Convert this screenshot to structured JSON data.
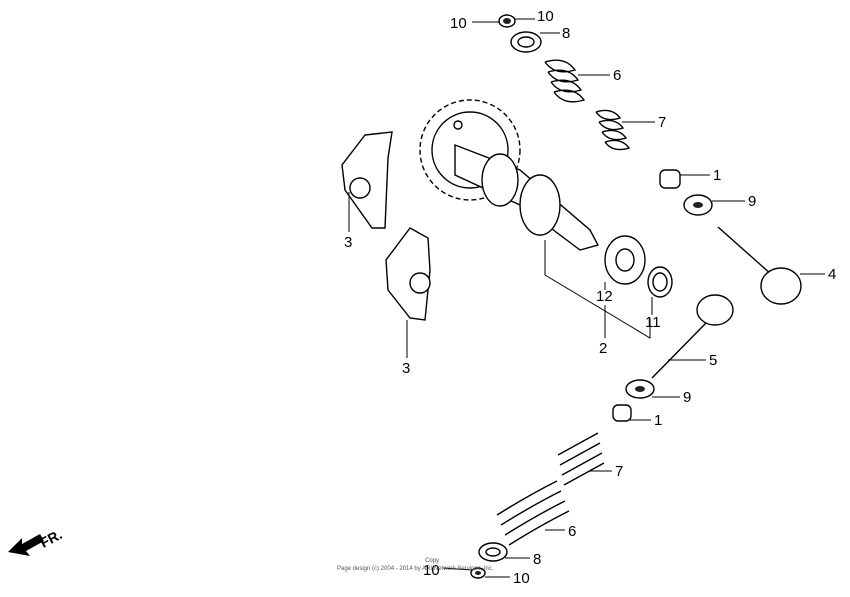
{
  "diagram": {
    "labels": {
      "upper_keeper_left": "10",
      "upper_keeper_right": "10",
      "upper_retainer": "8",
      "upper_outer_spring": "6",
      "upper_inner_spring": "7",
      "upper_stem_seal": "1",
      "upper_spring_seat": "9",
      "intake_valve": "4",
      "rocker_arm_upper": "3",
      "rocker_arm_lower": "3",
      "camshaft": "2",
      "bearing": "12",
      "circlip": "11",
      "exhaust_valve": "5",
      "lower_spring_seat": "9",
      "lower_stem_seal": "1",
      "lower_inner_spring": "7",
      "lower_outer_spring": "6",
      "lower_retainer": "8",
      "lower_keeper_left": "10",
      "lower_keeper_right": "10"
    },
    "direction_mark": "FR.",
    "copyright_top": "Copy",
    "copyright": "Page design (c) 2004 - 2014 by ARI Network Services, Inc."
  }
}
